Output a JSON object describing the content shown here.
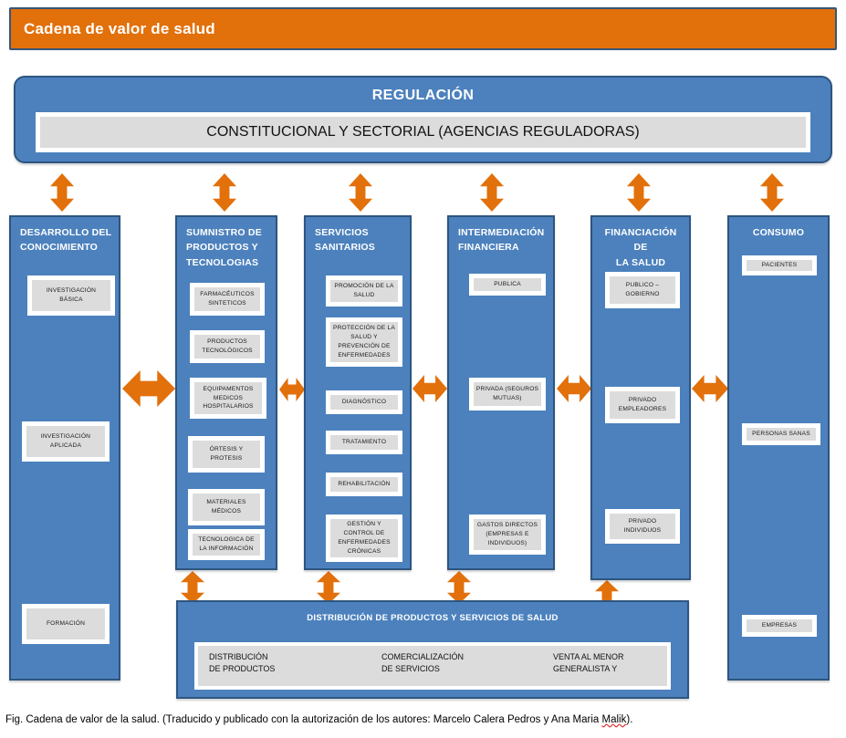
{
  "title_bar": {
    "label": "Cadena de valor de salud"
  },
  "regulation": {
    "title": "REGULACIÓN",
    "subtitle": "CONSTITUCIONAL Y SECTORIAL (AGENCIAS REGULADORAS)"
  },
  "columns": [
    {
      "id": "desarrollo-del-conocimiento",
      "header": "DESARROLLO  DEL\nCONOCIMIENTO",
      "items": [
        {
          "label": "INVESTIGACIÓN\nBÁSICA"
        },
        {
          "label": "INVESTIGACIÓN\nAPLICADA"
        },
        {
          "label": "FORMACIÓN"
        }
      ]
    },
    {
      "id": "suministro-de-productos-y-tecnologias",
      "header": "SUMNISTRO  DE\nPRODUCTOS  Y\nTECNOLOGIAS",
      "items": [
        {
          "label": "FARMACÉUTICOS\nSINTETICOS"
        },
        {
          "label": "PRODUCTOS\nTECNOLÓGICOS"
        },
        {
          "label": "EQUIPAMENTOS\nMEDICOS\nHOSPITALARIOS"
        },
        {
          "label": "ÓRTESIS Y\nPROTESIS"
        },
        {
          "label": "MATERIALES\nMÉDICOS"
        },
        {
          "label": "TECNOLOGICA DE\nLA INFORMACIÓN"
        }
      ]
    },
    {
      "id": "servicios-sanitarios",
      "header": "SERVICIOS\nSANITARIOS",
      "items": [
        {
          "label": "PROMOCIÓN DE LA\nSALUD"
        },
        {
          "label": "PROTECCIÓN DE LA\nSALUD Y\nPREVENCIÓN DE\nENFERMEDADES"
        },
        {
          "label": "DIAGNÓSTICO"
        },
        {
          "label": "TRATAMIENTO"
        },
        {
          "label": "REHABILITACIÓN"
        },
        {
          "label": "GESTIÓN Y\nCONTROL DE\nENFERMEDADES\nCRÓNICAS"
        }
      ]
    },
    {
      "id": "intermediacion-financiera",
      "header": "INTERMEDIACIÓN\nFINANCIERA",
      "items": [
        {
          "label": "PUBLICA"
        },
        {
          "label": "PRIVADA (SEGUROS\nMUTUAS)"
        },
        {
          "label": "GASTOS DIRECTOS\n(EMPRESAS E\nINDIVIDUOS)"
        }
      ]
    },
    {
      "id": "financiacion-de-la-salud",
      "header": "FINANCIACIÓN DE\nLA SALUD",
      "items": [
        {
          "label": "PUBLICO –\nGOBIERNO"
        },
        {
          "label": "PRIVADO\nEMPLEADORES"
        },
        {
          "label": "PRIVADO\nINDIVIDUOS"
        }
      ]
    },
    {
      "id": "consumo",
      "header": "CONSUMO",
      "items": [
        {
          "label": "PACIENTES"
        },
        {
          "label": "PERSONAS SANAS"
        },
        {
          "label": "EMPRESAS"
        }
      ]
    }
  ],
  "distribution": {
    "title": "DISTRIBUCIÓN  DE  PRODUCTOS  Y SERVICIOS  DE SALUD",
    "cells": [
      "DISTRIBUCIÓN\nDE PRODUCTOS",
      "COMERCIALIZACIÓN\nDE SERVICIOS",
      "VENTA AL MENOR\nGENERALISTA Y"
    ]
  },
  "caption": {
    "before": "Fig. Cadena de valor de la salud. (Traducido y publicado con la autorización de los autores: Marcelo Calera Pedros y Ana Maria ",
    "flagged_word": "Malik",
    "after": ")."
  },
  "colors": {
    "accent_orange": "#E2700B",
    "panel_blue": "#4C81BD",
    "panel_border": "#2E5580",
    "inner_gray": "#DCDCDC",
    "white": "#FFFFFF"
  },
  "icons": {
    "vertical_double_arrow": "double-arrow-vertical-icon",
    "horizontal_double_arrow": "double-arrow-horizontal-icon"
  }
}
